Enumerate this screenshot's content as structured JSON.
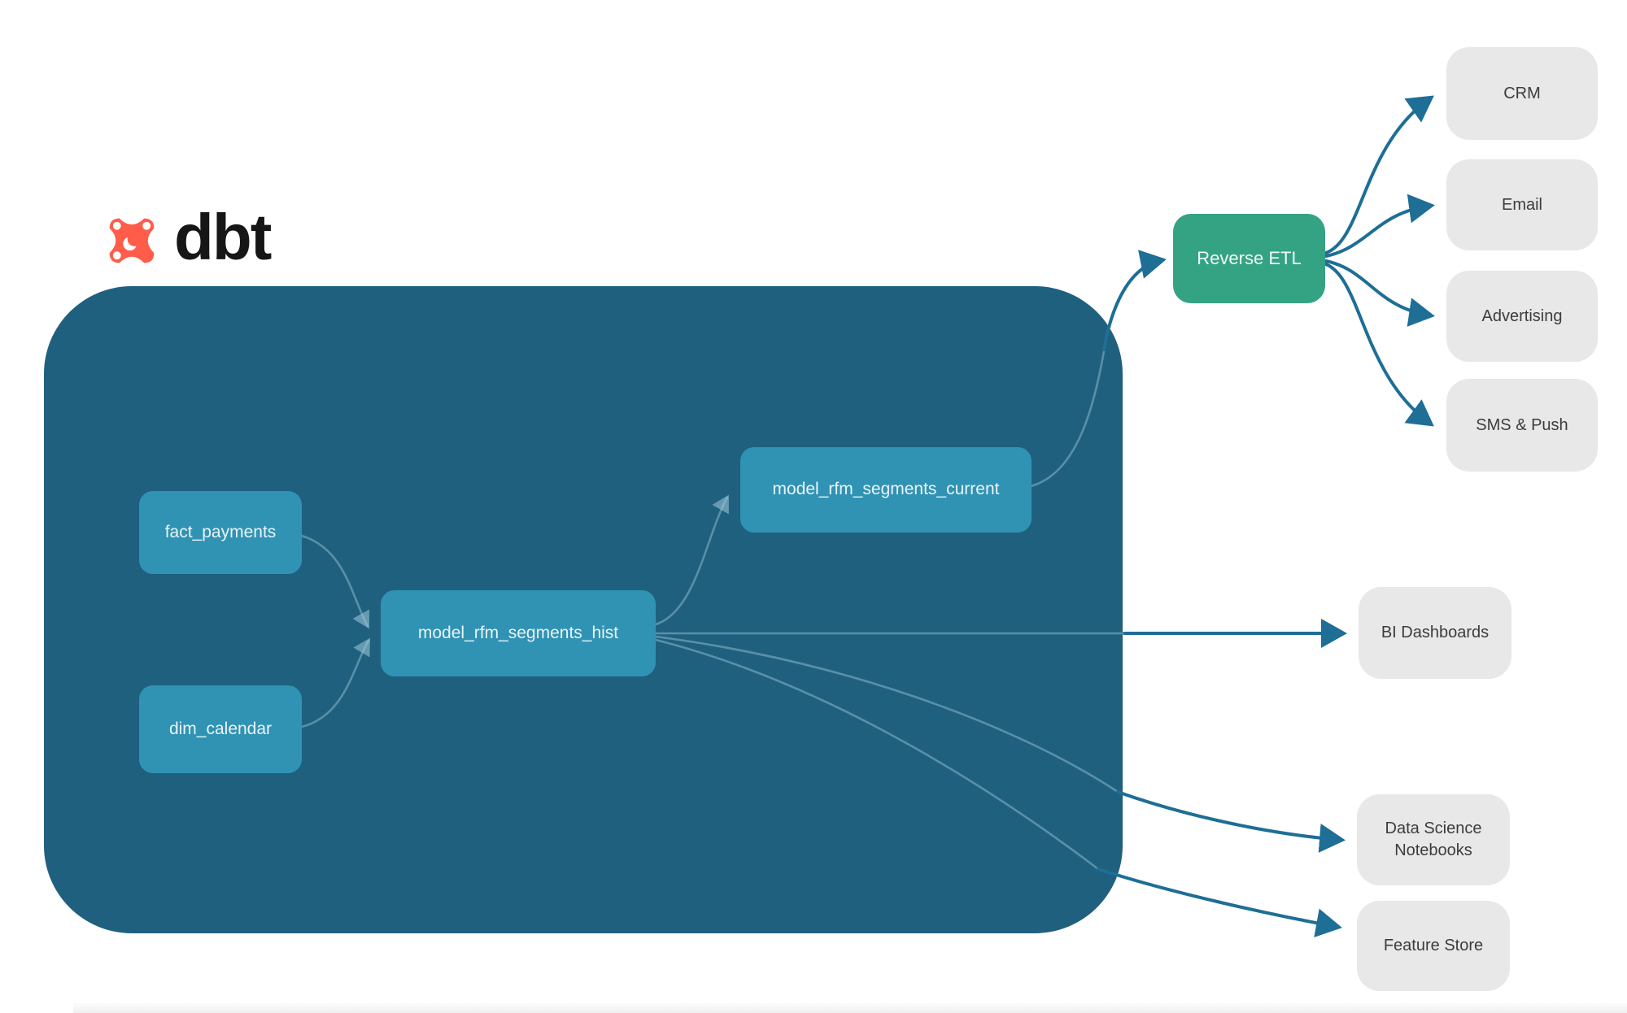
{
  "logo": {
    "brand_text": "dbt"
  },
  "colors": {
    "page_bg": "#FFFFFF",
    "warehouse_bg": "#20607F",
    "model_node_bg": "#3093B4",
    "model_node_text": "#EAF4F8",
    "reverse_etl_bg": "#34A384",
    "reverse_etl_text": "#F0FAF6",
    "destination_bg": "#E8E8E8",
    "destination_text": "#3C3C3C",
    "arrow_color": "#1E6E96",
    "inner_edge_color": "#9FCBDB",
    "logo_icon": "#FF5C4A",
    "logo_text": "#161616"
  },
  "warehouse": {
    "nodes": [
      {
        "id": "fact_payments",
        "label": "fact_payments",
        "type": "source"
      },
      {
        "id": "dim_calendar",
        "label": "dim_calendar",
        "type": "source"
      },
      {
        "id": "model_rfm_segments_hist",
        "label": "model_rfm_segments_hist",
        "type": "model"
      },
      {
        "id": "model_rfm_segments_current",
        "label": "model_rfm_segments_current",
        "type": "model"
      }
    ]
  },
  "reverse_etl": {
    "label": "Reverse ETL"
  },
  "destinations": [
    {
      "id": "crm",
      "label": "CRM"
    },
    {
      "id": "email",
      "label": "Email"
    },
    {
      "id": "advertising",
      "label": "Advertising"
    },
    {
      "id": "sms_push",
      "label": "SMS & Push"
    },
    {
      "id": "bi_dashboards",
      "label": "BI Dashboards"
    },
    {
      "id": "data_science_notebooks",
      "label": "Data Science Notebooks"
    },
    {
      "id": "feature_store",
      "label": "Feature Store"
    }
  ],
  "edges": [
    {
      "from": "fact_payments",
      "to": "model_rfm_segments_hist"
    },
    {
      "from": "dim_calendar",
      "to": "model_rfm_segments_hist"
    },
    {
      "from": "model_rfm_segments_hist",
      "to": "model_rfm_segments_current"
    },
    {
      "from": "model_rfm_segments_current",
      "to": "reverse_etl"
    },
    {
      "from": "reverse_etl",
      "to": "crm"
    },
    {
      "from": "reverse_etl",
      "to": "email"
    },
    {
      "from": "reverse_etl",
      "to": "advertising"
    },
    {
      "from": "reverse_etl",
      "to": "sms_push"
    },
    {
      "from": "model_rfm_segments_hist",
      "to": "bi_dashboards"
    },
    {
      "from": "model_rfm_segments_hist",
      "to": "data_science_notebooks"
    },
    {
      "from": "model_rfm_segments_hist",
      "to": "feature_store"
    }
  ]
}
